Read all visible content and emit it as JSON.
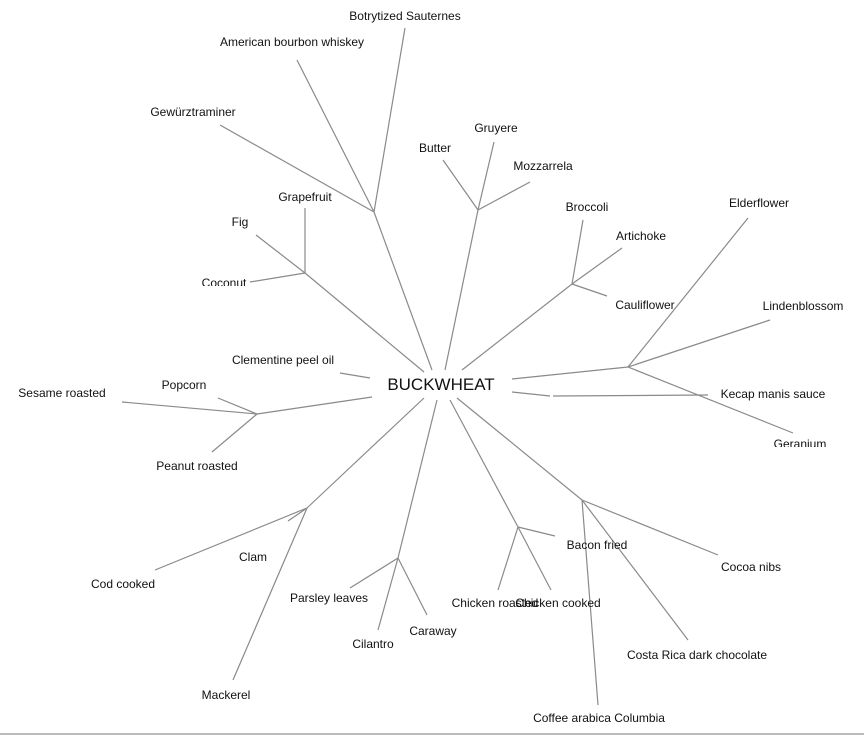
{
  "root": "BUCKWHEAT",
  "line_color": "#8a8a8a",
  "leaves": {
    "botrytized": "Botrytized Sauternes",
    "bourbon": "American bourbon whiskey",
    "gewurz": "Gewürztraminer",
    "grapefruit": "Grapefruit",
    "fig": "Fig",
    "coconut": "Coconut",
    "butter": "Butter",
    "gruyere": "Gruyere",
    "mozzarela": "Mozzarrela",
    "broccoli": "Broccoli",
    "artichoke": "Artichoke",
    "cauliflower": "Cauliflower",
    "elderflower": "Elderflower",
    "linden": "Lindenblossom",
    "kecap": "Kecap manis sauce",
    "geranium": "Geranium",
    "clementine": "Clementine peel oil",
    "sesame": "Sesame roasted",
    "popcorn": "Popcorn",
    "peanut": "Peanut roasted",
    "clam": "Clam",
    "cod": "Cod cooked",
    "mackerel": "Mackerel",
    "parsley": "Parsley leaves",
    "cilantro": "Cilantro",
    "caraway": "Caraway",
    "bacon": "Bacon fried",
    "chicken_roasted": "Chicken roasted",
    "chicken_cooked": "Chicken cooked",
    "cocoa": "Cocoa nibs",
    "costa": "Costa Rica dark chocolate",
    "coffee": "Coffee arabica Columbia"
  }
}
